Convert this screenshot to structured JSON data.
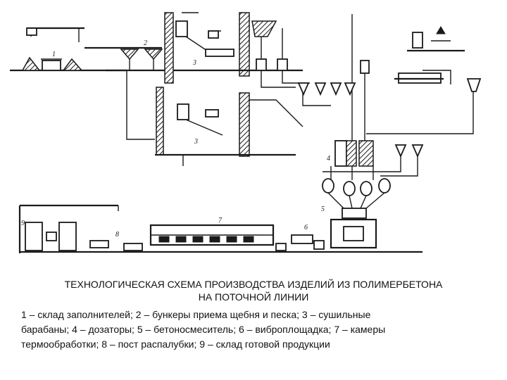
{
  "caption": {
    "title_line1": "ТЕХНОЛОГИЧЕСКАЯ СХЕМА ПРОИЗВОДСТВА ИЗДЕЛИЙ ИЗ ПОЛИМЕРБЕТОНА",
    "title_line2": "НА ПОТОЧНОЙ ЛИНИИ",
    "legend_line1": "1 – склад заполнителей; 2 – бункеры приема щебня и песка; 3 – сушильные",
    "legend_line2": "барабаны; 4 – дозаторы; 5 – бетоносмеситель; 6 – виброплощадка; 7 – камеры",
    "legend_line3": "термообработки; 8 – пост распалубки; 9 – склад готовой продукции"
  },
  "diagram": {
    "labels": {
      "n1": "1",
      "n2": "2",
      "n3": "3",
      "n4": "4",
      "n5": "5",
      "n6": "6",
      "n7": "7",
      "n8": "8",
      "n9": "9"
    }
  }
}
